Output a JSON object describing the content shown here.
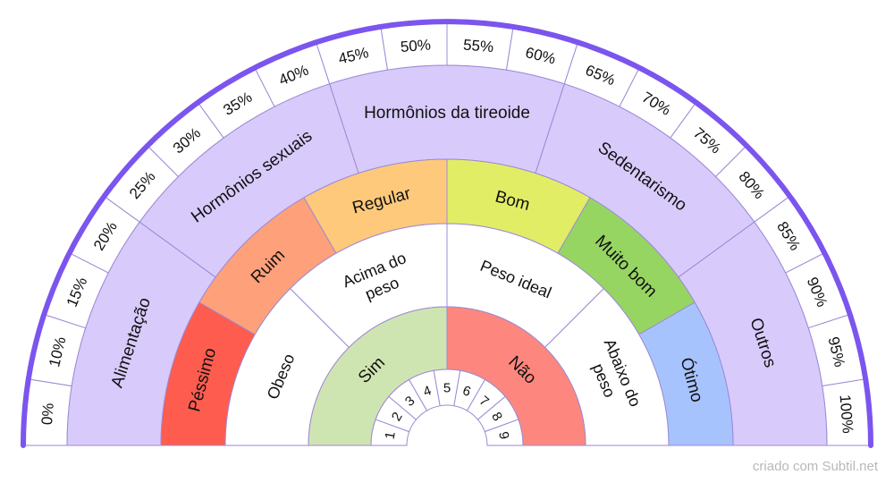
{
  "colors": {
    "rim": "#7b55ee",
    "border": "#7b55ee",
    "segment_line": "#9c8ad6",
    "white": "#ffffff"
  },
  "rings": [
    {
      "id": "percent",
      "items": [
        {
          "label": "0%",
          "color": "#ffffff"
        },
        {
          "label": "10%",
          "color": "#ffffff"
        },
        {
          "label": "15%",
          "color": "#ffffff"
        },
        {
          "label": "20%",
          "color": "#ffffff"
        },
        {
          "label": "25%",
          "color": "#ffffff"
        },
        {
          "label": "30%",
          "color": "#ffffff"
        },
        {
          "label": "35%",
          "color": "#ffffff"
        },
        {
          "label": "40%",
          "color": "#ffffff"
        },
        {
          "label": "45%",
          "color": "#ffffff"
        },
        {
          "label": "50%",
          "color": "#ffffff"
        },
        {
          "label": "55%",
          "color": "#ffffff"
        },
        {
          "label": "60%",
          "color": "#ffffff"
        },
        {
          "label": "65%",
          "color": "#ffffff"
        },
        {
          "label": "70%",
          "color": "#ffffff"
        },
        {
          "label": "75%",
          "color": "#ffffff"
        },
        {
          "label": "80%",
          "color": "#ffffff"
        },
        {
          "label": "85%",
          "color": "#ffffff"
        },
        {
          "label": "90%",
          "color": "#ffffff"
        },
        {
          "label": "95%",
          "color": "#ffffff"
        },
        {
          "label": "100%",
          "color": "#ffffff"
        }
      ]
    },
    {
      "id": "cause",
      "items": [
        {
          "label": "Alimentação",
          "color": "#d8cbfb"
        },
        {
          "label": "Hormônios sexuais",
          "color": "#d8cbfb"
        },
        {
          "label": "Hormônios da tireoide",
          "color": "#d8cbfb"
        },
        {
          "label": "Sedentarismo",
          "color": "#d8cbfb"
        },
        {
          "label": "Outros",
          "color": "#d8cbfb"
        }
      ]
    },
    {
      "id": "rating",
      "items": [
        {
          "label": "Péssimo",
          "color": "#fe5c4e"
        },
        {
          "label": "Ruim",
          "color": "#fea07a"
        },
        {
          "label": "Regular",
          "color": "#fec97a"
        },
        {
          "label": "Bom",
          "color": "#e2ed66"
        },
        {
          "label": "Muito bom",
          "color": "#97d563"
        },
        {
          "label": "Ótimo",
          "color": "#a7c3fe"
        }
      ]
    },
    {
      "id": "weight",
      "items": [
        {
          "label": "Obeso",
          "color": "#ffffff"
        },
        {
          "label": "Acima do peso",
          "color": "#ffffff"
        },
        {
          "label": "Peso ideal",
          "color": "#ffffff"
        },
        {
          "label": "Abaixo do peso",
          "color": "#ffffff"
        }
      ]
    },
    {
      "id": "answer",
      "items": [
        {
          "label": "Sim",
          "color": "#cfe5b1"
        },
        {
          "label": "Não",
          "color": "#fd877e"
        }
      ]
    },
    {
      "id": "scale",
      "items": [
        {
          "label": "1",
          "color": "#ffffff"
        },
        {
          "label": "2",
          "color": "#ffffff"
        },
        {
          "label": "3",
          "color": "#ffffff"
        },
        {
          "label": "4",
          "color": "#ffffff"
        },
        {
          "label": "5",
          "color": "#ffffff"
        },
        {
          "label": "6",
          "color": "#ffffff"
        },
        {
          "label": "7",
          "color": "#ffffff"
        },
        {
          "label": "8",
          "color": "#ffffff"
        },
        {
          "label": "9",
          "color": "#ffffff"
        }
      ]
    }
  ],
  "credit": "criado com Subtil.net"
}
